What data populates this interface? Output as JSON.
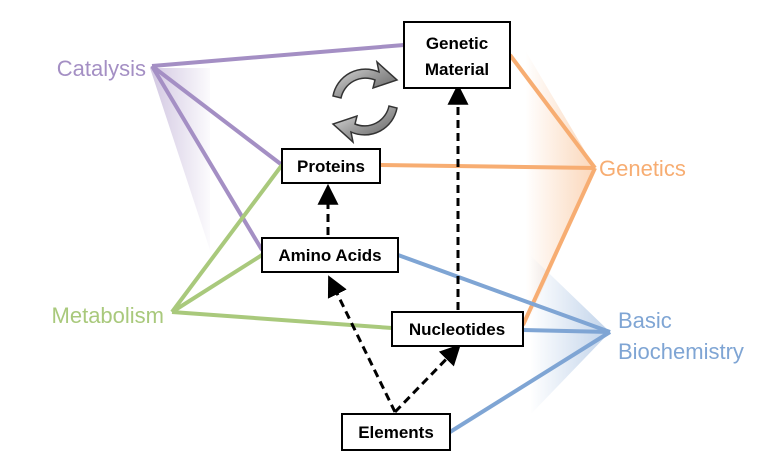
{
  "colors": {
    "catalysis": "#a48fc4",
    "genetics": "#f7ad72",
    "metabolism": "#a9c97c",
    "biochemistry": "#7fa5d4",
    "box_border": "#000000",
    "arrow": "#000000",
    "cycle": "#555555"
  },
  "boxes": {
    "genetic_material_line1": "Genetic",
    "genetic_material_line2": "Material",
    "proteins": "Proteins",
    "amino_acids": "Amino Acids",
    "nucleotides": "Nucleotides",
    "elements": "Elements"
  },
  "categories": {
    "catalysis": "Catalysis",
    "genetics": "Genetics",
    "metabolism": "Metabolism",
    "basic_line1": "Basic",
    "basic_line2": "Biochemistry"
  },
  "icons": {
    "cycle": "cycle-arrows-icon"
  }
}
